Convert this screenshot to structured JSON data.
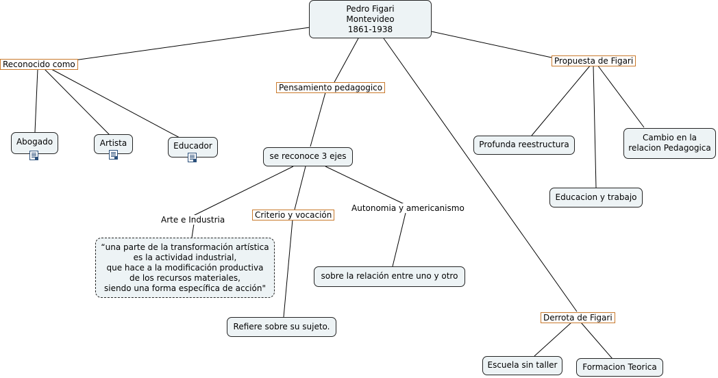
{
  "root": {
    "lines": [
      "Pedro Figari",
      "Montevideo",
      "1861-1938"
    ]
  },
  "concepts": {
    "abogado": "Abogado",
    "artista": "Artista",
    "educador": "Educador",
    "ejes": "se reconoce 3 ejes",
    "quote": [
      "“una parte de la transformación artística",
      "es la actividad  industrial,",
      "que hace a la modificación productiva",
      "de los recursos materiales,",
      "siendo una forma específica de acción\""
    ],
    "sujeto": "Refiere sobre su sujeto.",
    "relacion": "sobre la relación entre uno y otro",
    "reestructura": "Profunda reestructura",
    "cambio": [
      "Cambio en la",
      "relacion Pedagogica"
    ],
    "trabajo": "Educacion y trabajo",
    "taller": "Escuela sin taller",
    "teorica": "Formacion Teorica"
  },
  "phrases": {
    "reconocido": "Reconocido como",
    "pensamiento": "Pensamiento pedagogico",
    "propuesta": "Propuesta de Figari",
    "criterio": "Criterio y vocación",
    "derrota": "Derrota de Figari"
  },
  "labels": {
    "arte": "Arte e Industria",
    "autonomia": "Autonomia y americanismo"
  },
  "icons": {
    "abogado_icon": "document-icon",
    "artista_icon": "document-icon",
    "educador_icon": "document-icon"
  },
  "colors": {
    "node_fill": "#edf3f5",
    "node_border": "#222222",
    "phrase_border": "#c8782a",
    "link": "#000000",
    "icon": "#2a4f7a"
  }
}
